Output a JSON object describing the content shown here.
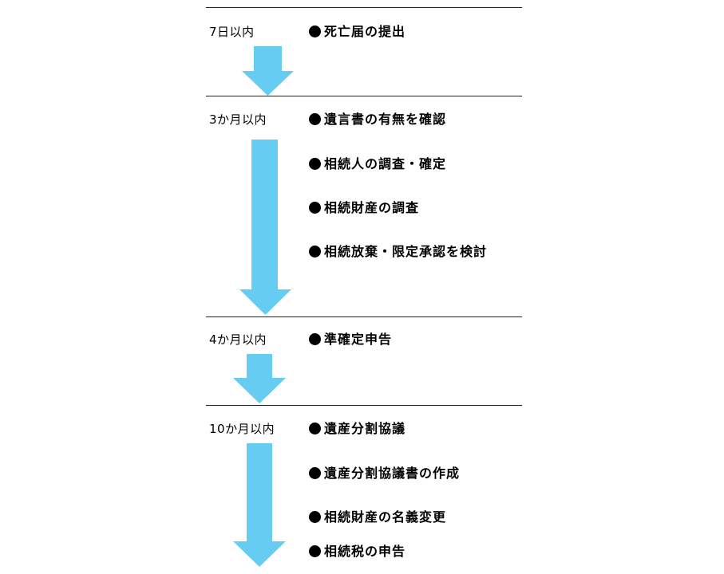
{
  "colors": {
    "arrow": "#66CCF2",
    "divider": "#222222",
    "text": "#000000"
  },
  "stages": [
    {
      "deadline": "7日以内",
      "tasks": [
        "死亡届の提出"
      ]
    },
    {
      "deadline": "3か月以内",
      "tasks": [
        "遺言書の有無を確認",
        "相続人の調査・確定",
        "相続財産の調査",
        "相続放棄・限定承認を検討"
      ]
    },
    {
      "deadline": "4か月以内",
      "tasks": [
        "準確定申告"
      ]
    },
    {
      "deadline": "10か月以内",
      "tasks": [
        "遺産分割協議",
        "遺産分割協議書の作成",
        "相続財産の名義変更",
        "相続税の申告"
      ]
    }
  ]
}
